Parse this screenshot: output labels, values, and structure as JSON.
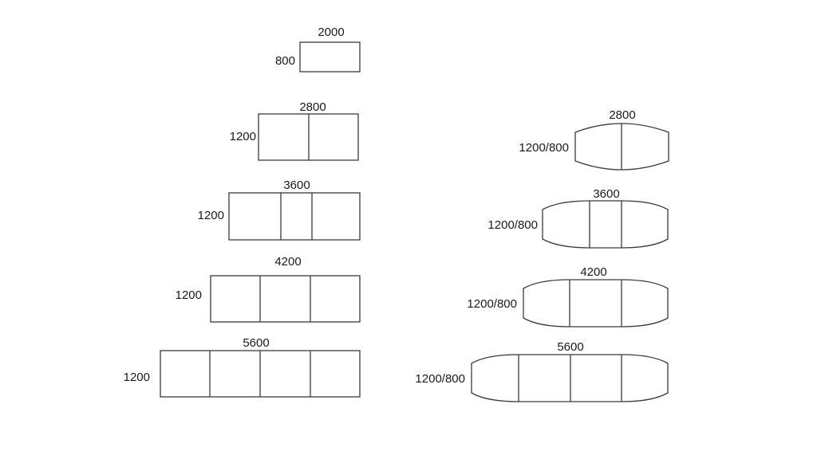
{
  "colors": {
    "background": "#ffffff",
    "stroke": "#3a3a3a",
    "text": "#1a1a1a"
  },
  "rect_tables": [
    {
      "width_label": "2000",
      "depth_label": "800",
      "sections": 1
    },
    {
      "width_label": "2800",
      "depth_label": "1200",
      "sections": 2
    },
    {
      "width_label": "3600",
      "depth_label": "1200",
      "sections": 3
    },
    {
      "width_label": "4200",
      "depth_label": "1200",
      "sections": 3
    },
    {
      "width_label": "5600",
      "depth_label": "1200",
      "sections": 4
    }
  ],
  "boat_tables": [
    {
      "width_label": "2800",
      "depth_label": "1200/800",
      "sections": 2
    },
    {
      "width_label": "3600",
      "depth_label": "1200/800",
      "sections": 3
    },
    {
      "width_label": "4200",
      "depth_label": "1200/800",
      "sections": 3
    },
    {
      "width_label": "5600",
      "depth_label": "1200/800",
      "sections": 4
    }
  ]
}
